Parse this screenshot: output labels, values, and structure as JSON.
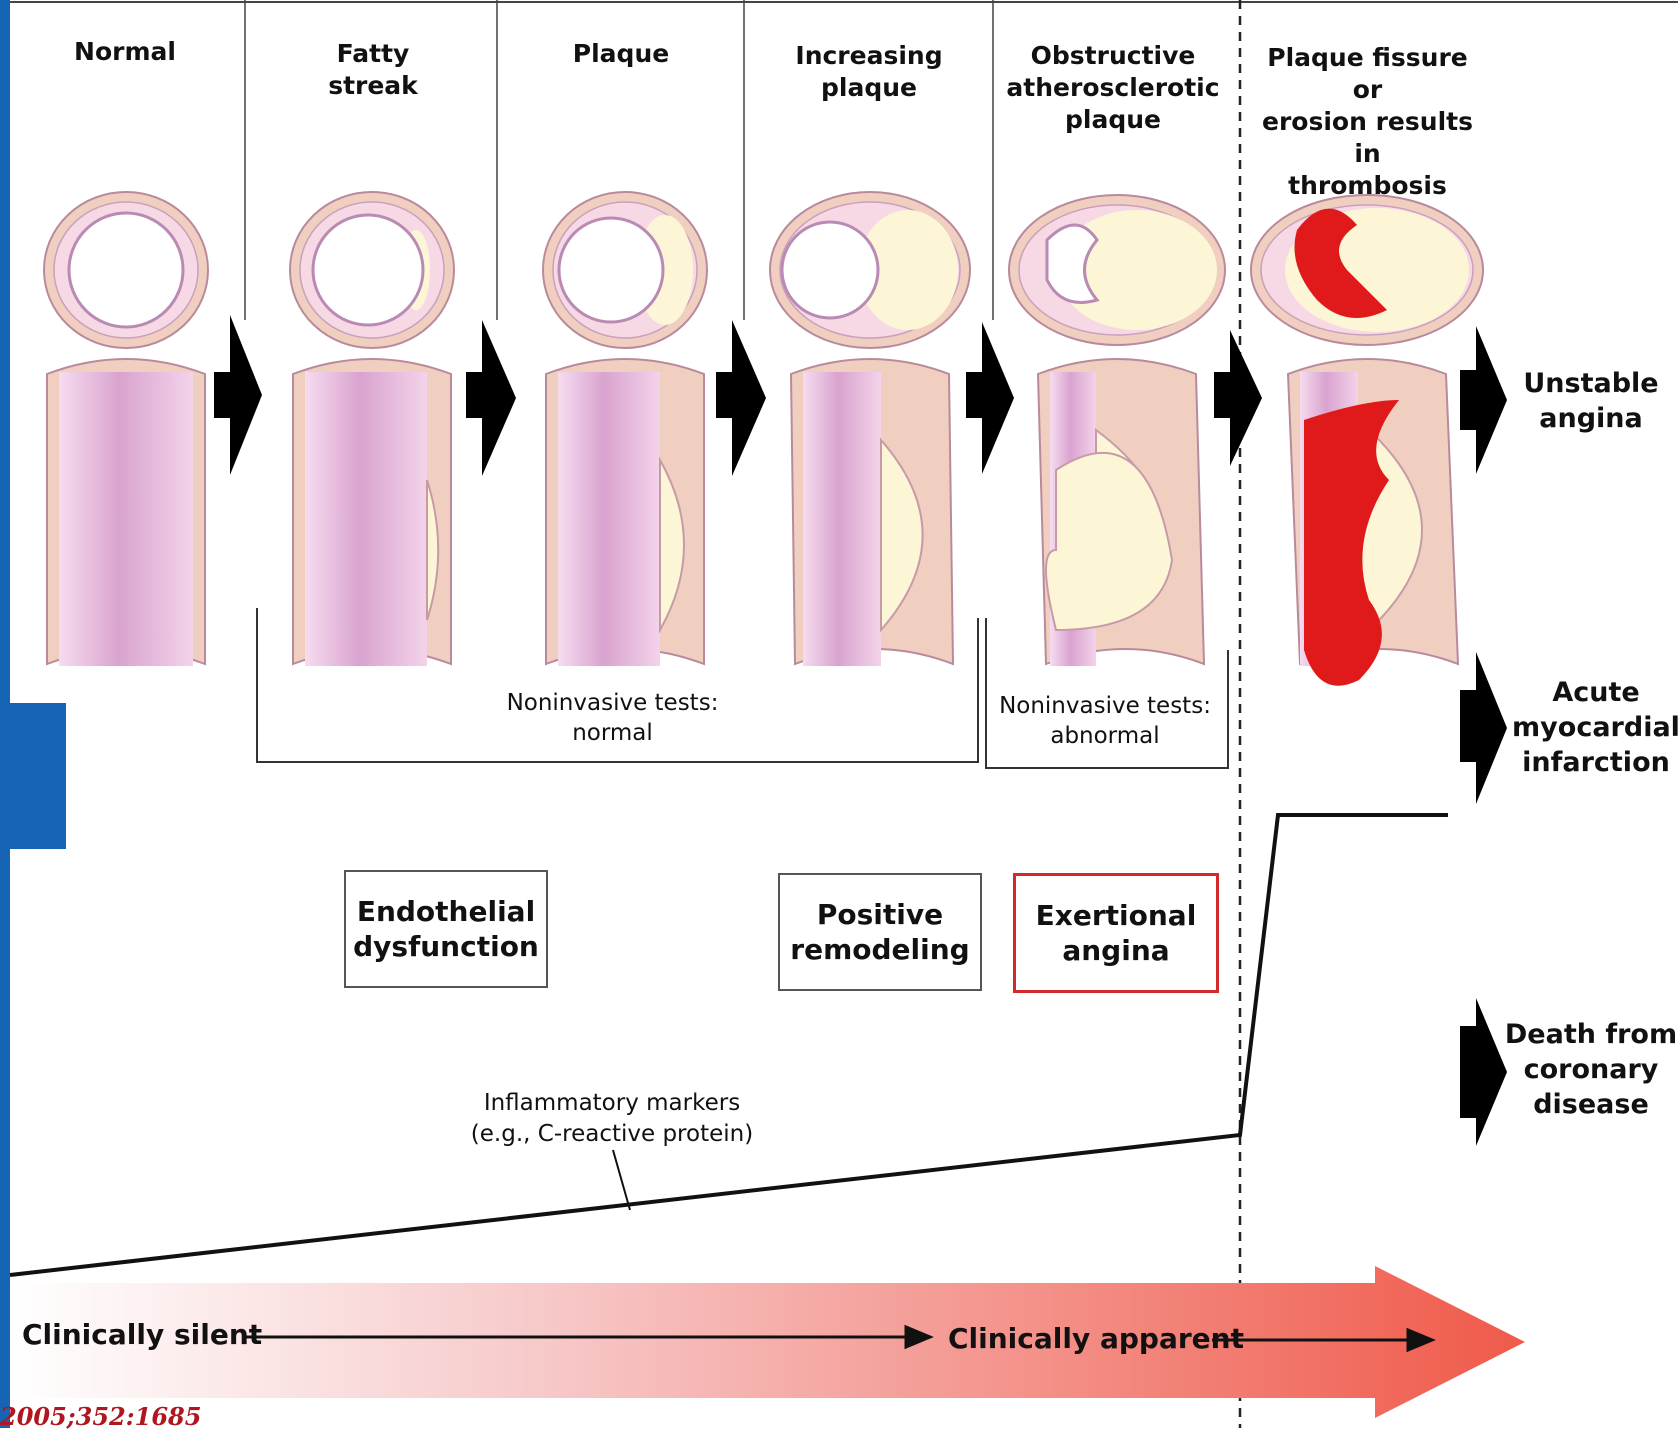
{
  "stages": [
    {
      "id": "normal",
      "lines": [
        "Normal"
      ]
    },
    {
      "id": "fatty-streak",
      "lines": [
        "Fatty",
        "streak"
      ]
    },
    {
      "id": "plaque",
      "lines": [
        "Plaque"
      ]
    },
    {
      "id": "increasing-plaque",
      "lines": [
        "Increasing",
        "plaque"
      ]
    },
    {
      "id": "obstructive",
      "lines": [
        "Obstructive",
        "atherosclerotic",
        "plaque"
      ]
    },
    {
      "id": "fissure",
      "lines": [
        "Plaque fissure or",
        "erosion results in",
        "thrombosis"
      ]
    }
  ],
  "outcomes": {
    "unstable": [
      "Unstable",
      "angina"
    ],
    "mi": [
      "Acute",
      "myocardial",
      "infarction"
    ],
    "death": [
      "Death from",
      "coronary",
      "disease"
    ]
  },
  "tests": {
    "normal": [
      "Noninvasive tests:",
      "normal"
    ],
    "abnormal": [
      "Noninvasive tests:",
      "abnormal"
    ]
  },
  "boxes": {
    "endothelial": [
      "Endothelial",
      "dysfunction"
    ],
    "positive": [
      "Positive",
      "remodeling"
    ],
    "exertional": [
      "Exertional",
      "angina"
    ]
  },
  "inflammatory": [
    "Inflammatory markers",
    "(e.g., C-reactive protein)"
  ],
  "timeline": {
    "silent": "Clinically silent",
    "apparent": "Clinically apparent"
  },
  "citation": "2005;352:1685",
  "colors": {
    "accent_blue": "#1565b4",
    "wall": "#f0cfc0",
    "lumen": "#e9bfe0",
    "lipid": "#fdf6d6",
    "thrombus": "#e01a1a",
    "gradient_end": "#f26a5a"
  }
}
